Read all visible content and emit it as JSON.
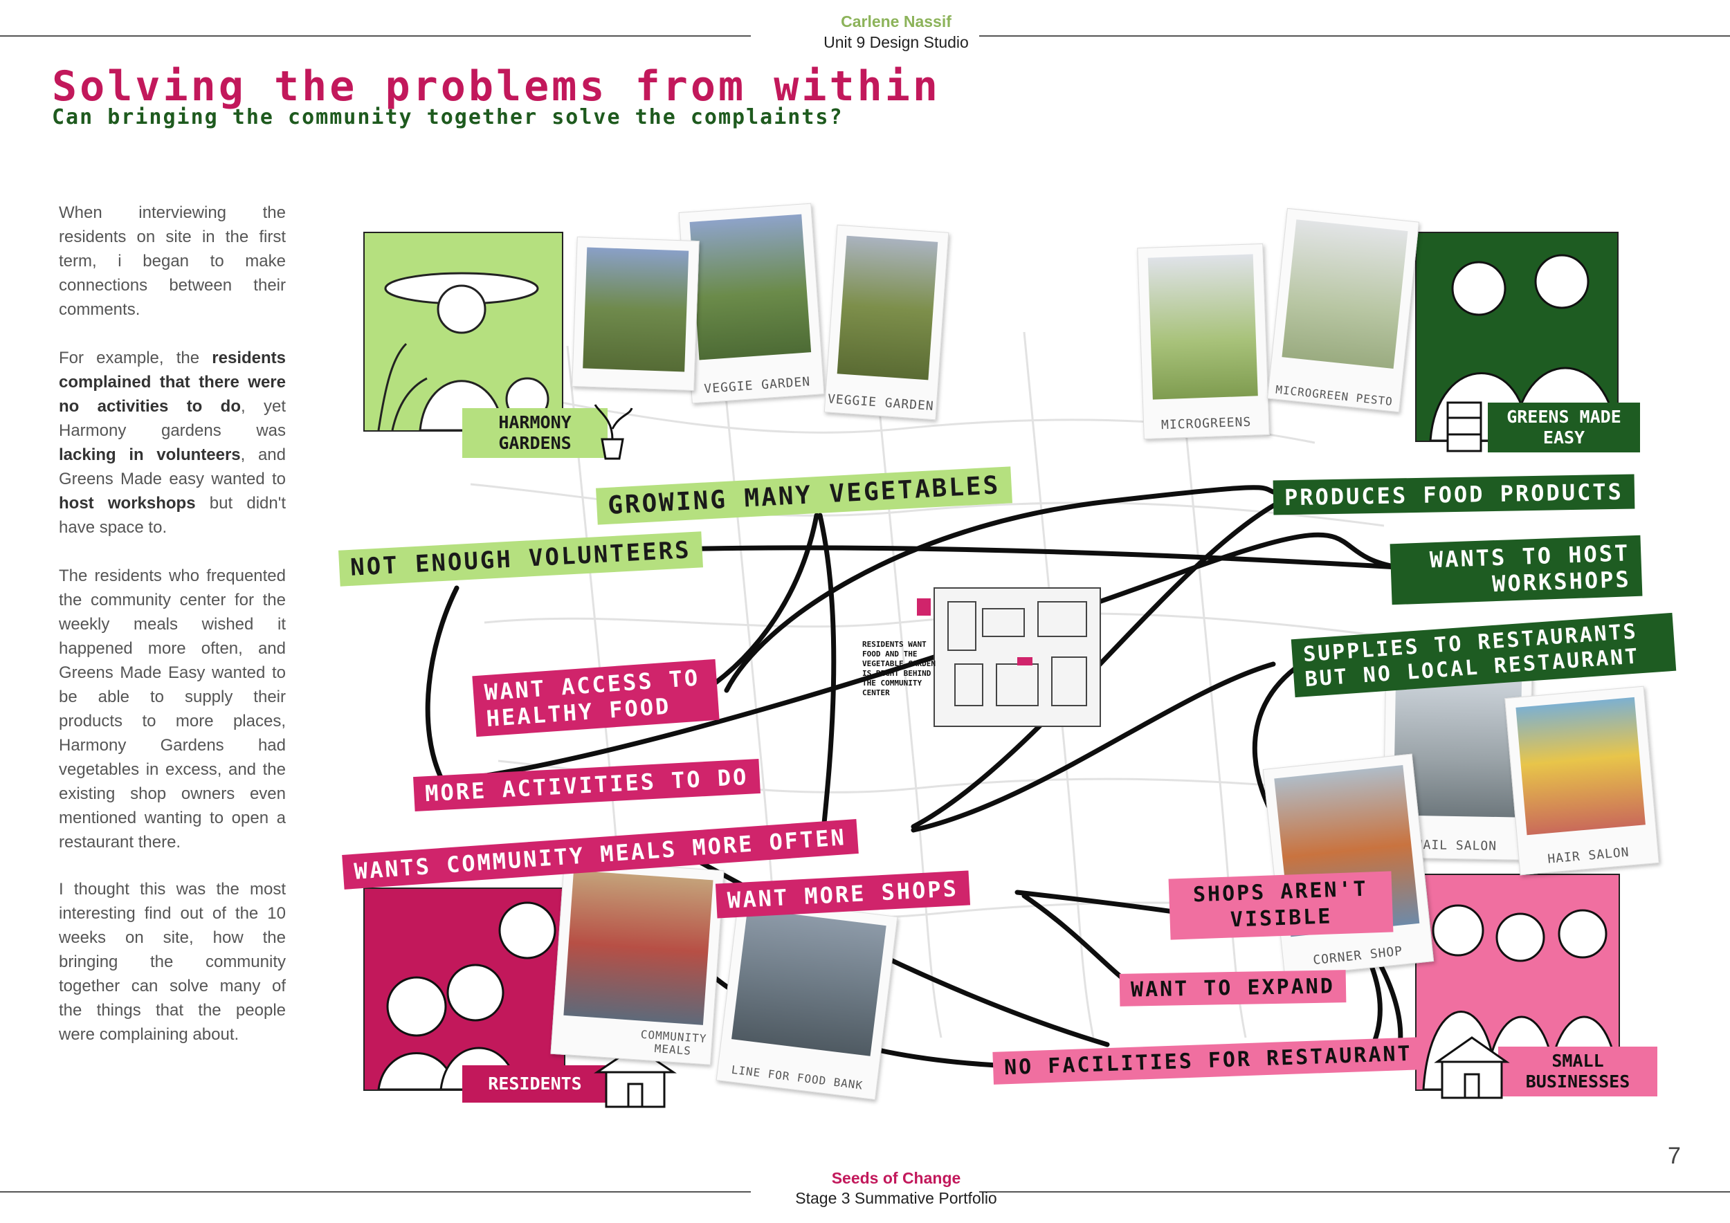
{
  "header": {
    "author": "Carlene Nassif",
    "studio": "Unit 9 Design Studio"
  },
  "footer": {
    "project": "Seeds of Change",
    "stage": "Stage 3 Summative Portfolio",
    "page_number": "7"
  },
  "title": "Solving the problems from within",
  "subtitle": "Can bringing the community together solve the complaints?",
  "body": {
    "p1": "When interviewing the residents on site in the first term, i began to make connections between their comments.",
    "p2_a": "For example, the ",
    "p2_b": "residents complained that there were no activities to do",
    "p2_c": ", yet Harmony gardens was ",
    "p2_d": "lacking in volunteers",
    "p2_e": ", and Greens Made easy wanted to ",
    "p2_f": "host workshops",
    "p2_g": " but didn't have space to.",
    "p3": "The residents who frequented the community center for the weekly meals wished it happened more often, and Greens Made Easy wanted to be able to supply their products to more places, Harmony Gardens had vegetables in excess, and the existing shop owners even mentioned wanting to open a restaurant there.",
    "p4": "I thought this was the most interesting find out of the 10 weeks on site, how the bringing the community together can solve many of the things that the people were complaining about."
  },
  "groups": {
    "harmony": "HARMONY GARDENS",
    "greens": "GREENS MADE EASY",
    "residents": "RESIDENTS",
    "businesses": "SMALL BUSINESSES"
  },
  "photos": {
    "veggie1": "VEGGIE GARDEN",
    "veggie2": "VEGGIE GARDEN",
    "microgreens": "MICROGREENS",
    "pesto": "MICROGREEN PESTO",
    "nail": "NAIL SALON",
    "hair": "HAIR SALON",
    "corner": "CORNER SHOP",
    "meals": "COMMUNITY MEALS",
    "foodbank": "LINE FOR FOOD BANK"
  },
  "tags": {
    "growing": "GROWING MANY VEGETABLES",
    "volunteers": "NOT ENOUGH VOLUNTEERS",
    "healthy": "WANT ACCESS TO HEALTHY FOOD",
    "activities": "MORE ACTIVITIES TO DO",
    "meals": "WANTS COMMUNITY MEALS MORE OFTEN",
    "shops": "WANT MORE SHOPS",
    "produces": "PRODUCES FOOD PRODUCTS",
    "workshops": "WANTS TO HOST WORKSHOPS",
    "supplies": "SUPPLIES TO RESTAURANTS BUT NO LOCAL RESTAURANT",
    "visible": "SHOPS AREN'T VISIBLE",
    "expand": "WANT TO EXPAND",
    "facilities": "NO FACILITIES FOR RESTAURANT"
  },
  "site_note": "RESIDENTS WANT FOOD AND THE VEGETABLE GARDEN IS RIGHT BEHIND THE COMMUNITY CENTER",
  "colors": {
    "pink": "#d0246b",
    "green_light": "#b5e07f",
    "green_dark": "#1e5c22",
    "header_green": "#8cb35a"
  }
}
